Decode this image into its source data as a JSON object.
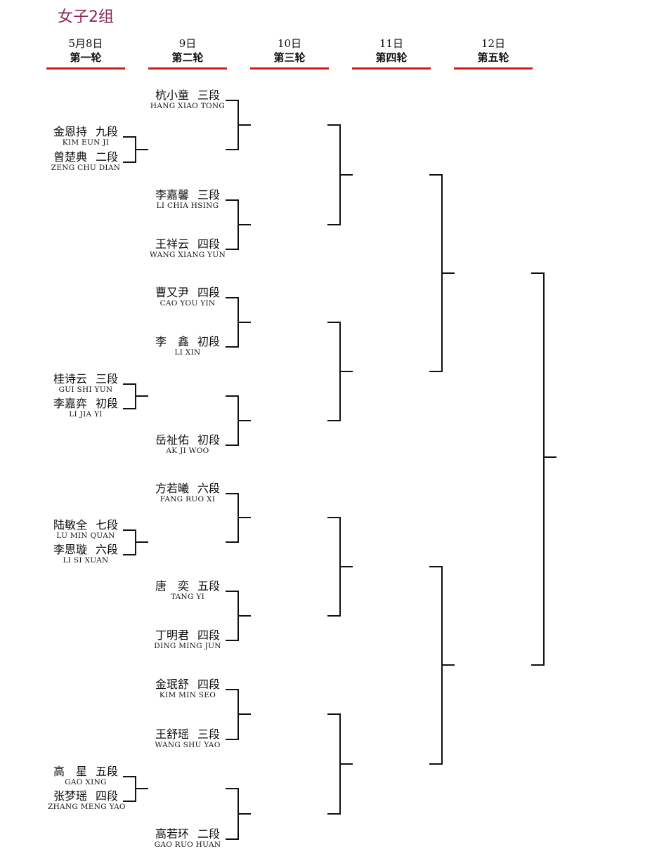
{
  "title": "女子2组",
  "rounds": [
    {
      "date": "5月8日",
      "label": "第一轮"
    },
    {
      "date": "9日",
      "label": "第二轮"
    },
    {
      "date": "10日",
      "label": "第三轮"
    },
    {
      "date": "11日",
      "label": "第四轮"
    },
    {
      "date": "12日",
      "label": "第五轮"
    }
  ],
  "round1": [
    {
      "name": "金恩持",
      "rank": "九段",
      "en": "KIM EUN JI"
    },
    {
      "name": "曾楚典",
      "rank": "二段",
      "en": "ZENG CHU DIAN"
    },
    {
      "name": "桂诗云",
      "rank": "三段",
      "en": "GUI SHI YUN"
    },
    {
      "name": "李嘉弈",
      "rank": "初段",
      "en": "LI JIA YI"
    },
    {
      "name": "陆敏全",
      "rank": "七段",
      "en": "LU MIN QUAN"
    },
    {
      "name": "李思璇",
      "rank": "六段",
      "en": "LI SI XUAN"
    },
    {
      "name": "高　星",
      "rank": "五段",
      "en": "GAO XING"
    },
    {
      "name": "张梦瑶",
      "rank": "四段",
      "en": "ZHANG MENG YAO"
    }
  ],
  "round2": [
    {
      "name": "杭小童",
      "rank": "三段",
      "en": "HANG XIAO TONG"
    },
    {
      "name": "李嘉馨",
      "rank": "三段",
      "en": "LI CHIA HSING"
    },
    {
      "name": "王祥云",
      "rank": "四段",
      "en": "WANG XIANG YUN"
    },
    {
      "name": "曹又尹",
      "rank": "四段",
      "en": "CAO YOU YIN"
    },
    {
      "name": "李　鑫",
      "rank": "初段",
      "en": "LI XIN"
    },
    {
      "name": "岳祉佑",
      "rank": "初段",
      "en": "AK JI WOO"
    },
    {
      "name": "方若曦",
      "rank": "六段",
      "en": "FANG RUO XI"
    },
    {
      "name": "唐　奕",
      "rank": "五段",
      "en": "TANG YI"
    },
    {
      "name": "丁明君",
      "rank": "四段",
      "en": "DING MING JUN"
    },
    {
      "name": "金珉舒",
      "rank": "四段",
      "en": "KIM MIN SEO"
    },
    {
      "name": "王舒瑶",
      "rank": "三段",
      "en": "WANG SHU YAO"
    },
    {
      "name": "高若环",
      "rank": "二段",
      "en": "GAO RUO HUAN"
    }
  ]
}
